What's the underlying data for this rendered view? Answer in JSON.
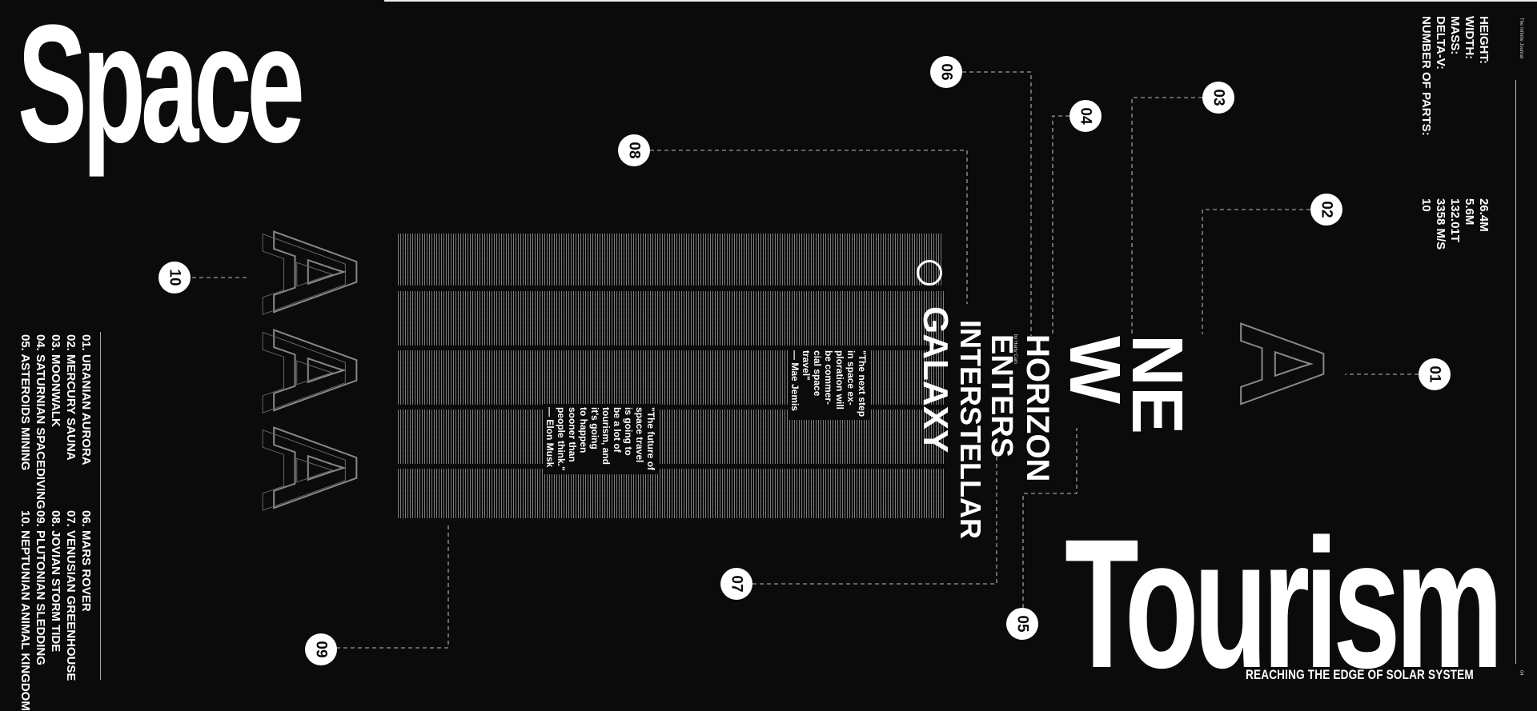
{
  "header": {
    "title_left": "Space",
    "title_right": "Tourism",
    "subtitle": "REACHING THE EDGE OF SOLAR SYSTEM",
    "publication": "The Infinite Journal",
    "page_number": "04"
  },
  "stats": {
    "labels": [
      "HEIGHT:",
      "WIDTH:",
      "MASS:",
      "DELTA-V:",
      "NUMBER OF PARTS:"
    ],
    "values": [
      "26.4M",
      "5.6M",
      "132.01T",
      "3358 M/S",
      "10"
    ]
  },
  "list": {
    "col1": [
      "01. URANIAN AURORA",
      "02. MERCURY SAUNA",
      "03. MOONWALK",
      "04. SATURNIAN SPACEDIVING",
      "05. ASTEROIDS MINING"
    ],
    "col2": [
      "06. MARS ROVER",
      "07. VENUSIAN GREENHOUSE",
      "08. JOVIAN STORM TIDE",
      "09. PLUTONIAN SLEDDING",
      "10. NEPTUNIAN ANIMAL KINGDOM"
    ]
  },
  "markers": [
    "01",
    "02",
    "03",
    "04",
    "05",
    "06",
    "07",
    "08",
    "09",
    "10"
  ],
  "article": {
    "headline_1": "NE",
    "headline_2": "W",
    "headline_3": "HORIZON",
    "headline_4": "ENTERS",
    "headline_5": "INTERSTELLAR",
    "headline_6": "GALAXY",
    "byline": "by Harry Cam",
    "quote_1": "\"The next step\nin space ex-\nploration will\nbe commer-\ncial space\ntravel\"\n— Mae Jemis",
    "quote_2": "\"The future of\nspace travel\nis going to\nbe a lot of\ntourism, and\nit's going\nto happen\nsooner than\npeople think.\"\n— Elon Musk"
  },
  "decor": {
    "letter": "A"
  },
  "colors": {
    "background": "#0b0b0b",
    "foreground": "#ffffff",
    "outline": "#888888"
  }
}
